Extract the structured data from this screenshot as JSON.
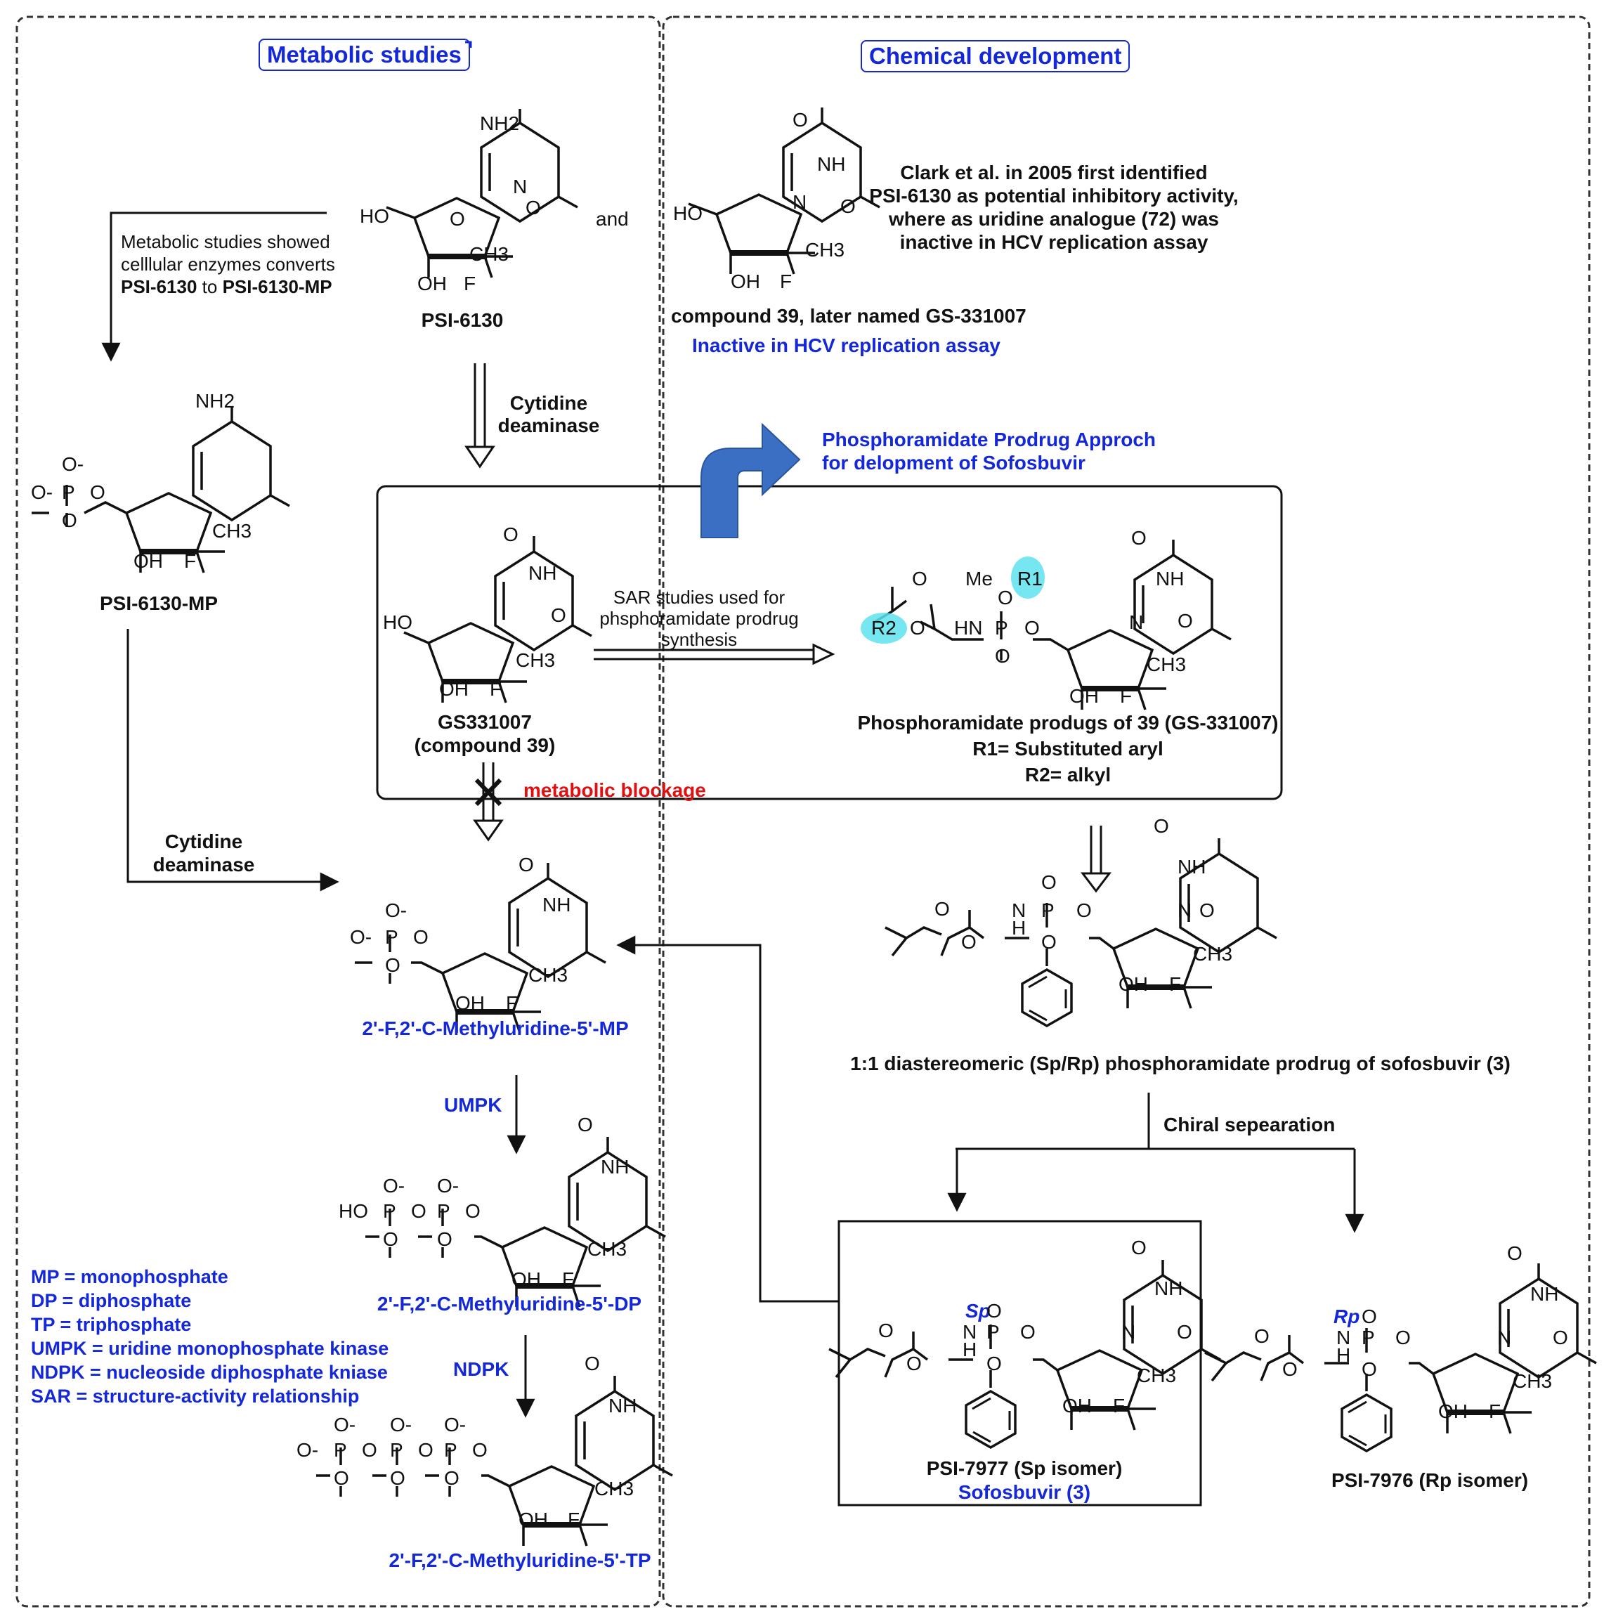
{
  "panels": {
    "left_title": "Metabolic studies",
    "right_title": "Chemical development"
  },
  "structure_atoms": {
    "nh2": "NH2",
    "nh": "NH",
    "n": "N",
    "o": "O",
    "ho": "HO",
    "oh": "OH",
    "f": "F",
    "ch3": "CH3",
    "p": "P",
    "o_minus": "O-",
    "me": "Me",
    "r1": "R1",
    "r2": "R2",
    "h": "H",
    "hn": "HN"
  },
  "top_left": {
    "and_text": "and",
    "metabolic_note_1": "Metabolic studies showed",
    "metabolic_note_2": "celllular enzymes converts",
    "metabolic_note_3_a": "PSI-6130",
    "metabolic_note_3_b": "to",
    "metabolic_note_3_c": "PSI-6130-MP",
    "psi6130_label": "PSI-6130",
    "psi6130mp_label": "PSI-6130-MP",
    "cytidine_deaminase_1": "Cytidine",
    "cytidine_deaminase_2": "deaminase",
    "cytidine_deaminase_b1": "Cytidine",
    "cytidine_deaminase_b2": "deaminase"
  },
  "top_right": {
    "compound39_label": "compound 39, later named GS-331007",
    "inactive_note": "Inactive in HCV replication assay",
    "clark_note_1": "Clark et al. in 2005 first identified",
    "clark_note_2": "PSI-6130 as potential inhibitory activity,",
    "clark_note_3": "where as uridine analogue (72) was",
    "clark_note_4": "inactive in HCV replication assay"
  },
  "prodrug_box": {
    "approach_1": "Phosphoramidate Prodrug Approch",
    "approach_2": "for delopment of Sofosbuvir",
    "gs_label_1": "GS331007",
    "gs_label_2": "(compound 39)",
    "sar_1": "SAR studies used for",
    "sar_2": "phsphoramidate prodrug",
    "sar_3": "synthesis",
    "prodrugs_label": "Phosphoramidate produgs of 39 (GS-331007)",
    "r1_def": "R1= Substituted aryl",
    "r2_def": "R2= alkyl",
    "blockage": "metabolic blockage"
  },
  "metabolites": {
    "mp_label": "2'-F,2'-C-Methyluridine-5'-MP",
    "dp_label": "2'-F,2'-C-Methyluridine-5'-DP",
    "tp_label": "2'-F,2'-C-Methyluridine-5'-TP",
    "umpk": "UMPK",
    "ndpk": "NDPK"
  },
  "abbreviations": [
    "MP = monophosphate",
    "DP = diphosphate",
    "TP = triphosphate",
    "UMPK = uridine monophosphate kinase",
    "NDPK = nucleoside diphosphate kniase",
    "SAR = structure-activity relationship"
  ],
  "sofosbuvir": {
    "mixture_label": "1:1 diastereomeric (Sp/Rp) phosphoramidate prodrug of sofosbuvir (3)",
    "chiral_sep": "Chiral sepearation",
    "sp_tag": "Sp",
    "rp_tag": "Rp",
    "sp_label": "PSI-7977 (Sp isomer)",
    "sp_name": "Sofosbuvir (3)",
    "rp_label": "PSI-7976 (Rp isomer)"
  },
  "colors": {
    "accent_blue": "#1428d8",
    "arrow_blue": "#3a6fc4",
    "blockage_red": "#e01010",
    "highlight_cyan": "#5ee3ef",
    "line": "#111111"
  }
}
